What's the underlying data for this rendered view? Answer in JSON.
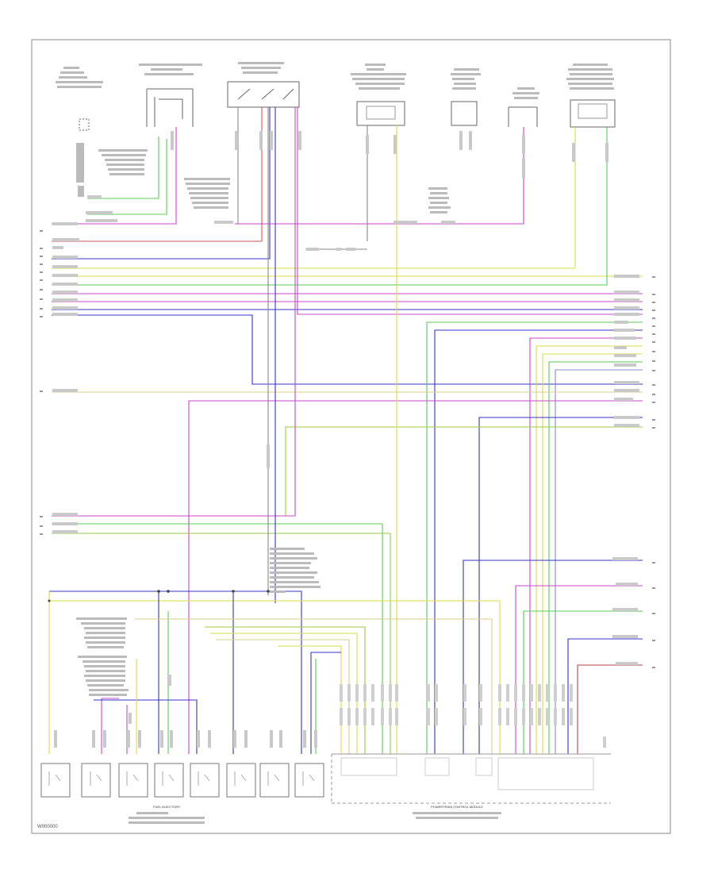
{
  "diagram": {
    "title_blocks": {
      "pcm": "POWERTRAIN CONTROL MODULE",
      "fuel_injectors": "FUEL INJECTORS"
    },
    "footer_ref": "W000000"
  }
}
